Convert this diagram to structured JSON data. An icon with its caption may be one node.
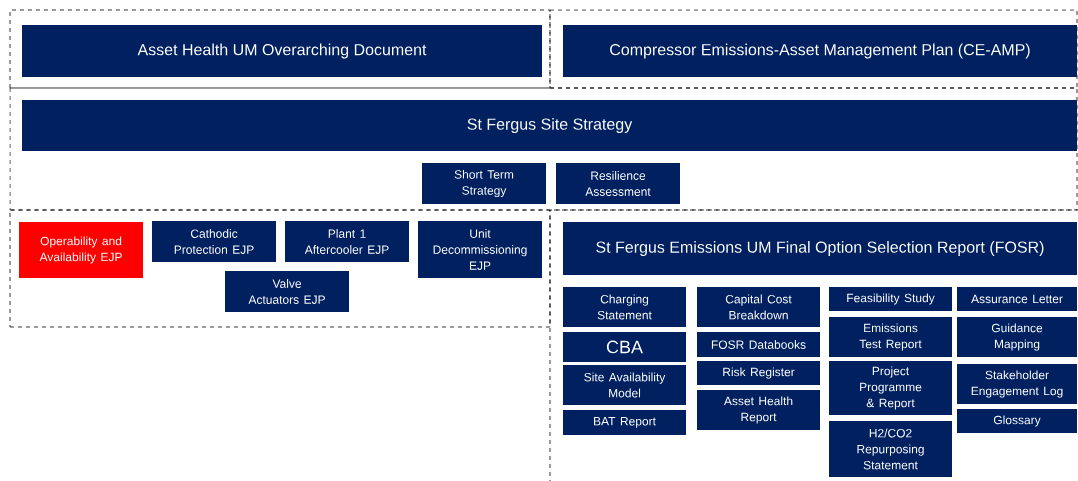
{
  "diagram": {
    "nodes": [
      {
        "text": [],
        "shape": "box"
      },
      {
        "text": [
          "Asset Health UM Overarching Document"
        ],
        "in": 0
      },
      {
        "text": [],
        "shape": "box"
      },
      {
        "text": [
          "Compressor Emissions-Asset Management Plan (CE-AMP)"
        ],
        "in": 2
      },
      {
        "text": [],
        "shape": "box"
      },
      {
        "text": [
          "St Fergus Site Strategy"
        ],
        "in": 4
      },
      {
        "text": [
          "Short Term Strategy"
        ],
        "in": 4
      },
      {
        "text": [
          "Resilience Assessment"
        ],
        "in": 4
      },
      {
        "text": [],
        "shape": "box"
      },
      {
        "text": [
          "Operability and Availability EJP"
        ],
        "in": 8
      },
      {
        "text": [
          "Cathodic Protection EJP"
        ],
        "in": 8
      },
      {
        "text": [
          "Plant 1 Aftercooler EJP"
        ],
        "in": 8
      },
      {
        "text": [
          "Unit Decommissioning EJP"
        ],
        "in": 8
      },
      {
        "text": [
          "Valve Actuators EJP"
        ],
        "in": 8
      },
      {
        "text": [],
        "shape": "box"
      },
      {
        "text": [
          "St Fergus Emissions UM Final Option Selection Report (FOSR)"
        ],
        "in": 14
      },
      {
        "text": [
          "Charging Statement"
        ],
        "in": 14
      },
      {
        "text": [
          "CBA"
        ],
        "in": 14
      },
      {
        "text": [
          "Site Availability Model"
        ],
        "in": 14
      },
      {
        "text": [
          "BAT Report"
        ],
        "in": 14
      },
      {
        "text": [
          "Capital Cost Breakdown"
        ],
        "in": 14
      },
      {
        "text": [
          "FOSR Databooks"
        ],
        "in": 14
      },
      {
        "text": [
          "Risk Register"
        ],
        "in": 14
      },
      {
        "text": [
          "Asset Health Report"
        ],
        "in": 14
      },
      {
        "text": [
          "Feasibility Study"
        ],
        "in": 14
      },
      {
        "text": [
          "Emissions Test Report"
        ],
        "in": 14
      },
      {
        "text": [
          "Project Programme & Report"
        ],
        "in": 14
      },
      {
        "text": [
          "H2/CO2 Repurposing Statement"
        ],
        "in": 14
      },
      {
        "text": [
          "Assurance Letter"
        ],
        "in": 14
      },
      {
        "text": [
          "Guidance Mapping"
        ],
        "in": 14
      },
      {
        "text": [
          "Stakeholder Engagement Log"
        ],
        "in": 14
      },
      {
        "text": [
          "Glossary"
        ],
        "in": 14
      }
    ]
  }
}
